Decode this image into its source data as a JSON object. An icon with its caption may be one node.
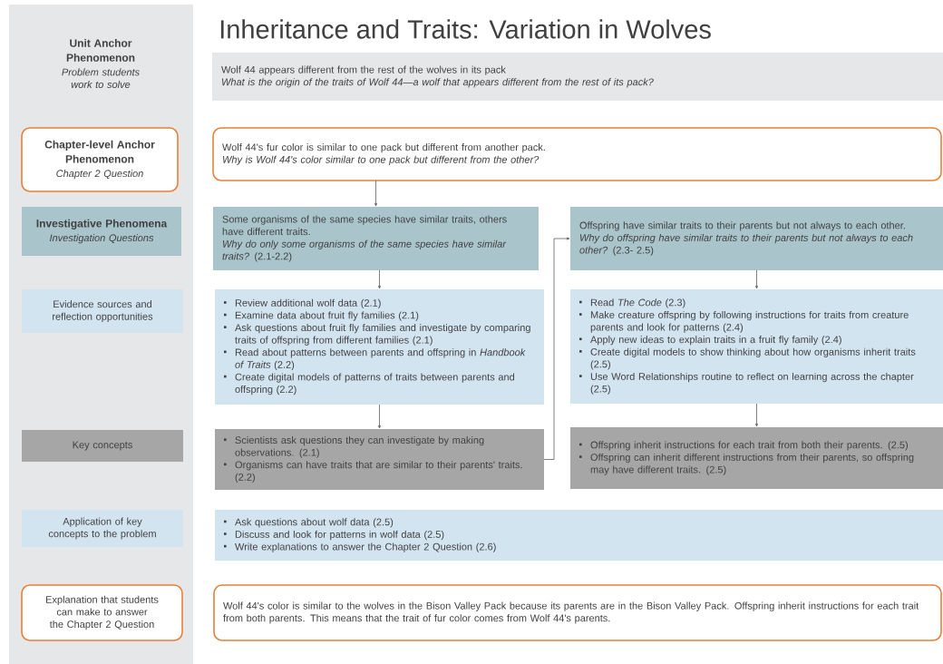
{
  "diagram": {
    "title": "Inheritance and Traits: Variation in Wolves",
    "nodes": [
      {
        "text": [
          "Unit Anchor Phenomenon",
          "Problem students work to solve"
        ]
      },
      {
        "text": [
          "Wolf 44 appears different from the rest of the wolves in its pack",
          "What is the origin of the traits of Wolf 44—a wolf that appears different from the rest of its pack?"
        ]
      },
      {
        "text": [
          "Chapter-level Anchor Phenomenon",
          "Chapter 2 Question"
        ]
      },
      {
        "text": [
          "Wolf 44's fur color is similar to one pack but different from another pack.",
          "Why is Wolf 44's color similar to one pack but different from the other?"
        ]
      },
      {
        "text": [
          "Investigative Phenomena",
          "Investigation Questions"
        ]
      },
      {
        "text": [
          "Some organisms of the same species have similar traits, others have different traits.",
          "*Why do only some organisms of the same species have similar traits?* (2.1-2.2)"
        ]
      },
      {
        "text": [
          "Offspring have similar traits to their parents but not always to each other.",
          "*Why do offspring have similar traits to their parents but not always to each other?* (2.3- 2.5)"
        ]
      },
      {
        "text": [
          "Evidence sources and reflection opportunities"
        ]
      },
      {
        "text": [
          "Review additional wolf data (2.1)",
          "Examine data about fruit fly families (2.1)",
          "Ask questions about fruit fly families and investigate by comparing traits of offspring from different families (2.1)",
          "Read about patterns between parents and offspring in *Handbook of Traits* (2.2)",
          "Create digital models of patterns of traits between parents and offspring (2.2)"
        ]
      },
      {
        "text": [
          "Read *The Code* (2.3)",
          "Make creature offspring by following instructions for traits from creature parents and look for patterns (2.4)",
          "Apply new ideas to explain traits in a fruit fly family (2.4)",
          "Create digital models to show thinking about how organisms inherit traits (2.5)",
          "Use Word Relationships routine to reflect on learning across the chapter (2.5)"
        ]
      },
      {
        "text": [
          "Key concepts"
        ]
      },
      {
        "text": [
          "Scientists ask questions they can investigate by making observations. (2.1)",
          "Organisms can have traits that are similar to their parents' traits. (2.2)"
        ]
      },
      {
        "text": [
          "Offspring inherit instructions for each trait from both their parents. (2.5)",
          "Offspring can inherit different instructions from their parents, so offspring may have different traits. (2.5)"
        ]
      },
      {
        "text": [
          "Application of key concepts to the problem"
        ]
      },
      {
        "text": [
          "Ask questions about wolf data (2.5)",
          "Discuss and look for patterns in wolf data (2.5)",
          "Write explanations to answer the Chapter 2 Question (2.6)"
        ]
      },
      {
        "text": [
          "Explanation that students can make to answer the Chapter 2 Question"
        ]
      },
      {
        "text": [
          "Wolf 44's color is similar to the wolves in the Bison Valley Pack because its parents are in the Bison Valley Pack. Offspring inherit instructions for each trait from both parents. This means that the trait of fur color comes from Wolf 44's parents."
        ]
      }
    ],
    "edges": [
      {
        "from": 3,
        "to": 5,
        "arrow": "to"
      },
      {
        "from": 5,
        "to": 8,
        "arrow": "to"
      },
      {
        "from": 8,
        "to": 11,
        "arrow": "to"
      },
      {
        "from": 11,
        "to": 6,
        "arrow": "to"
      },
      {
        "from": 6,
        "to": 9,
        "arrow": "to"
      },
      {
        "from": 9,
        "to": 12,
        "arrow": "to"
      }
    ]
  }
}
